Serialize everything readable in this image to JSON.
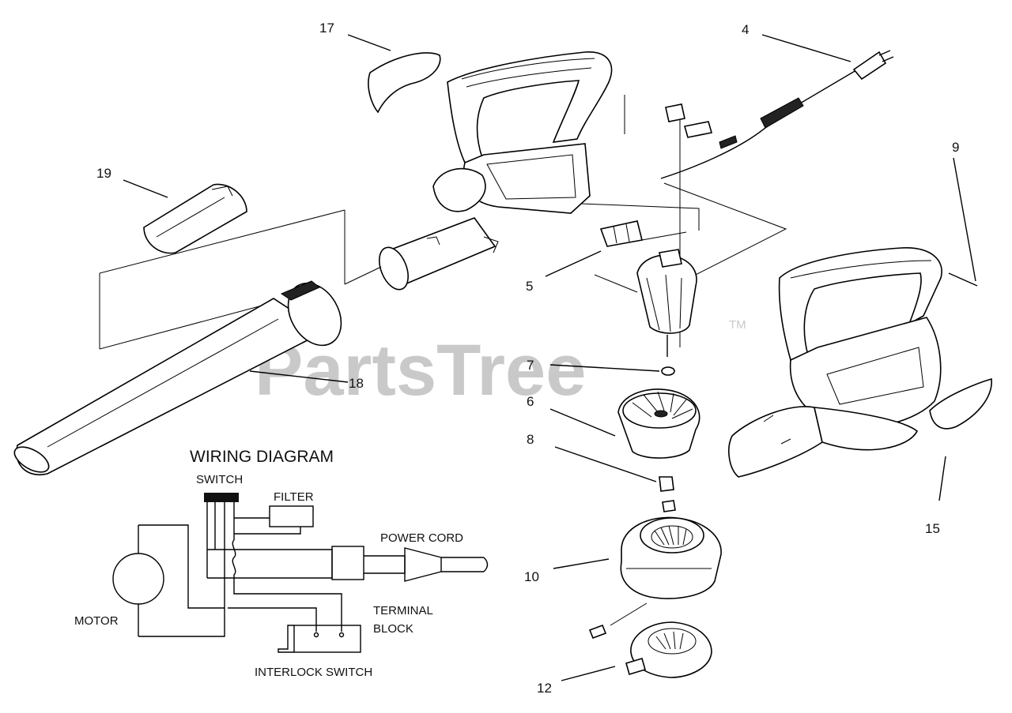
{
  "watermark": {
    "text": "PartsTree",
    "tm": "TM"
  },
  "callouts": [
    "17",
    "4",
    "9",
    "19",
    "5",
    "7",
    "6",
    "8",
    "18",
    "10",
    "15",
    "12"
  ],
  "wiring": {
    "title": "WIRING DIAGRAM",
    "switch": "SWITCH",
    "filter": "FILTER",
    "power_cord": "POWER CORD",
    "motor": "MOTOR",
    "terminal": "TERMINAL",
    "block": "BLOCK",
    "interlock": "INTERLOCK SWITCH"
  }
}
